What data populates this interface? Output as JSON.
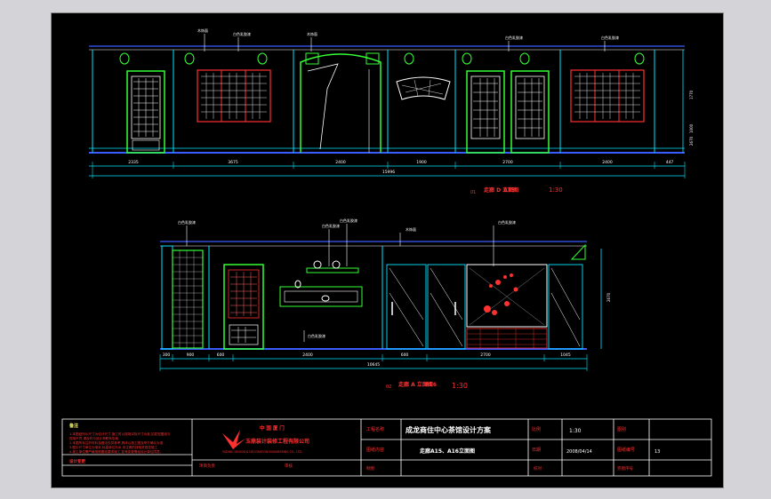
{
  "colors": {
    "background": "#000000",
    "canvas_gray": "#d4d4d8",
    "red": "#ff3030",
    "cyan": "#00e5ff",
    "green": "#33ff33",
    "white": "#ffffff",
    "yellow": "#ffff66",
    "blue": "#3a5bff",
    "magenta": "#ff00ff"
  },
  "elevation_top": {
    "callouts": [
      "木饰面",
      "白色乳胶漆",
      "木饰面",
      "白色乳胶漆",
      "白色乳胶漆"
    ],
    "dims": [
      "2335",
      "3675",
      "2400",
      "1900",
      "2700",
      "2400",
      "447"
    ],
    "total": "15996",
    "height_dims": [
      "1770",
      "1000",
      "2670"
    ],
    "title": "走廊 D 立面图",
    "title_id": "A15",
    "scale": "1:30",
    "marker": "01"
  },
  "elevation_bottom": {
    "callouts": [
      "白色乳胶漆",
      "白色乳胶漆",
      "白色乳胶漆",
      "木饰面",
      "白色乳胶漆"
    ],
    "dims": [
      "300",
      "900",
      "600",
      "2400",
      "600",
      "2700",
      "1045"
    ],
    "total": "10645",
    "height_dims": [
      "2670"
    ],
    "title": "走廊 A 立面图",
    "title_id": "A16",
    "scale": "1:30",
    "marker": "02",
    "label_bottom": "白色乳胶漆"
  },
  "title_block": {
    "notes_label": "备注",
    "notes_lines": [
      "1.本图纸所示尺寸为设计尺寸,施工时以现场实际尺寸为准,如发现图纸与",
      "现场不符,请及时与设计师联系协商",
      "2.本图所标注的材料及做法仅供参考,具体以施工图及甲方确认为准",
      "3.图中尺寸单位为毫米,标高单位为米,未注明的按相关规范施工",
      "4.施工单位需严格按照图纸要求施工,如有变更需经设计单位同意。"
    ],
    "design_change": "设计变更",
    "company_cn1": "中 国   厦 门",
    "company_cn2": "玉鼎装计装修工程有限公司",
    "company_en": "YUDING DESIGN & DECORATION ENGINEERING CO., LTD.",
    "project_label": "工程名称",
    "project_name": "成龙商住中心茶馆设计方案",
    "drawing_label": "图纸内容",
    "drawing_name": "走廊A15、A16立面图",
    "scale_label": "比例",
    "scale_value": "1:30",
    "date_label": "日期",
    "date_value": "2008/04/14",
    "drawing_no_label": "图别",
    "sheet_label": "图纸编号",
    "sheet_value": "13",
    "row_labels": [
      "项目负责",
      "审核",
      "制图",
      "校对",
      "完图序号"
    ]
  }
}
